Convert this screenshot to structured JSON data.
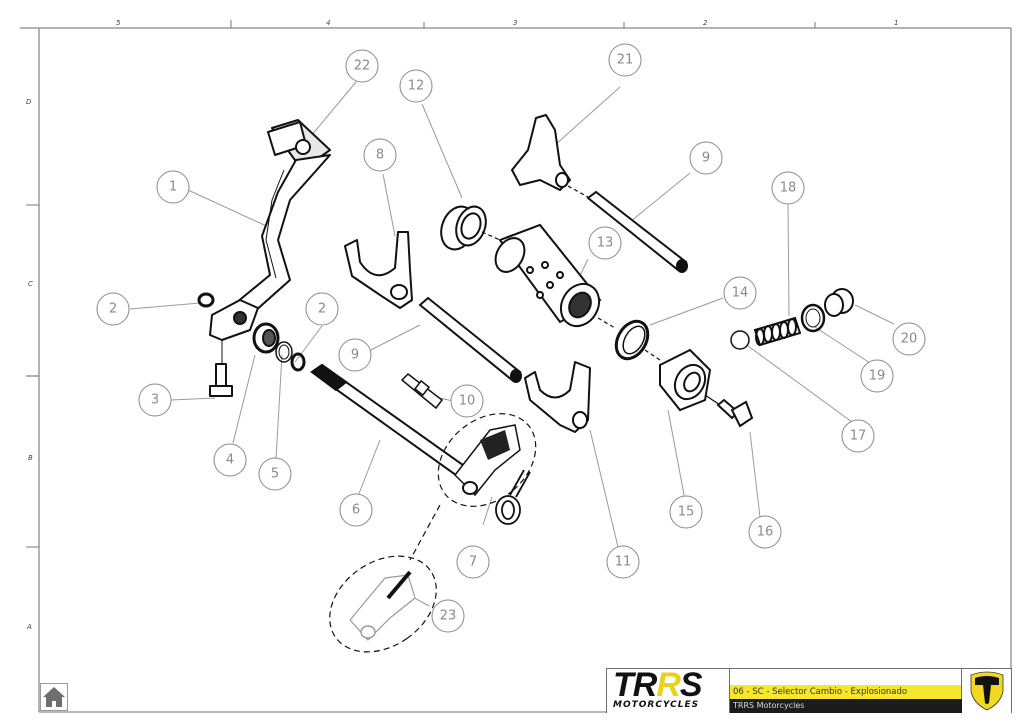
{
  "document": {
    "type": "exploded-view drawing",
    "title": "06 - SC - Selector Cambio - Explosionado",
    "company": "TRRS Motorcycles",
    "logo": {
      "wordmark": "TRRS",
      "tagline": "MOTORCYCLES",
      "brand_colors": {
        "yellow": "#e9d21c",
        "black": "#111111"
      }
    },
    "emblem_icon": "trrs-shield-emblem",
    "home_icon": "home-icon"
  },
  "grid": {
    "columns": [
      "5",
      "4",
      "3",
      "2",
      "1"
    ],
    "rows": [
      "D",
      "C",
      "B",
      "A"
    ]
  },
  "colors": {
    "title_bar": "#f7e62b",
    "company_bar": "#1b1b1b",
    "balloon": "#8a8a8a",
    "frame": "#6d6d6d"
  },
  "balloons": [
    {
      "label": "1",
      "part": "gear-shift-lever"
    },
    {
      "label": "2",
      "part": "circlip-lever"
    },
    {
      "label": "2",
      "part": "circlip-shaft"
    },
    {
      "label": "3",
      "part": "lever-bolt"
    },
    {
      "label": "4",
      "part": "oil-seal"
    },
    {
      "label": "5",
      "part": "washer"
    },
    {
      "label": "6",
      "part": "shift-shaft"
    },
    {
      "label": "7",
      "part": "return-spring"
    },
    {
      "label": "8",
      "part": "shift-fork-left"
    },
    {
      "label": "9",
      "part": "fork-shaft-lower"
    },
    {
      "label": "9",
      "part": "fork-shaft-upper"
    },
    {
      "label": "10",
      "part": "stopper-pin"
    },
    {
      "label": "11",
      "part": "shift-fork-right"
    },
    {
      "label": "12",
      "part": "drum-bearing"
    },
    {
      "label": "13",
      "part": "shift-drum"
    },
    {
      "label": "14",
      "part": "drum-ring"
    },
    {
      "label": "15",
      "part": "star-cam"
    },
    {
      "label": "16",
      "part": "cam-bolt"
    },
    {
      "label": "17",
      "part": "detent-ball"
    },
    {
      "label": "18",
      "part": "detent-spring"
    },
    {
      "label": "19",
      "part": "seal-washer"
    },
    {
      "label": "20",
      "part": "detent-plug"
    },
    {
      "label": "21",
      "part": "shift-fork-center"
    },
    {
      "label": "22",
      "part": "lever-tip"
    },
    {
      "label": "23",
      "part": "shift-mechanism-detail"
    }
  ]
}
